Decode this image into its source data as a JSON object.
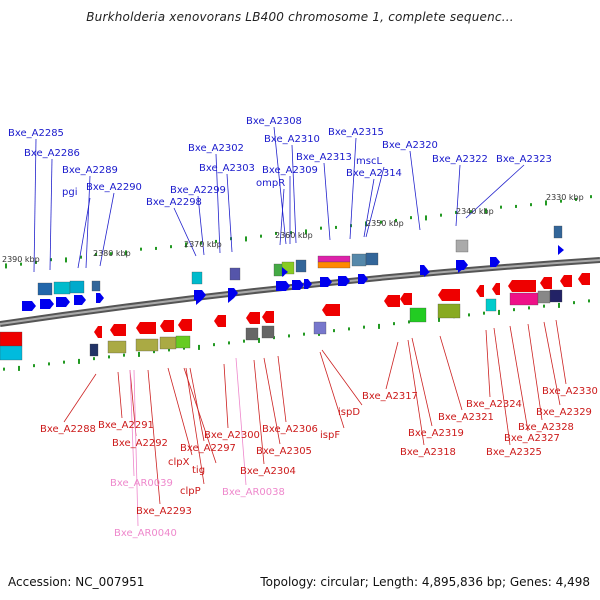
{
  "title": "Burkholderia xenovorans LB400 chromosome 1, complete sequenc...",
  "footer": {
    "accession": "Accession: NC_007951",
    "summary": "Topology: circular; Length: 4,895,836 bp; Genes: 4,498"
  },
  "scale_ticks": [
    "2390 kbp",
    "2380 kbp",
    "2370 kbp",
    "2360 kbp",
    "2350 kbp",
    "2340 kbp",
    "2330 kbp"
  ],
  "colors": {
    "forward_gene": "#0000ee",
    "reverse_gene": "#ee0000",
    "forward_label": "#1a1acc",
    "reverse_label": "#cc1a1a",
    "rna_label": "#ee88cc",
    "backbone": "#777777",
    "cds_tick": "#229922"
  },
  "forward_labels": [
    "Bxe_A2285",
    "Bxe_A2286",
    "Bxe_A2289",
    "pgi",
    "Bxe_A2290",
    "Bxe_A2298",
    "Bxe_A2299",
    "Bxe_A2302",
    "Bxe_A2303",
    "Bxe_A2308",
    "Bxe_A2310",
    "Bxe_A2309",
    "ompR",
    "Bxe_A2313",
    "Bxe_A2315",
    "mscL",
    "Bxe_A2314",
    "Bxe_A2320",
    "Bxe_A2322",
    "Bxe_A2323"
  ],
  "reverse_labels": [
    "Bxe_A2288",
    "Bxe_A2291",
    "Bxe_A2292",
    "clpX",
    "tig",
    "Bxe_A2297",
    "clpP",
    "Bxe_A2293",
    "Bxe_A2300",
    "Bxe_A2304",
    "Bxe_A2305",
    "Bxe_A2306",
    "ispF",
    "ispD",
    "Bxe_A2317",
    "Bxe_A2319",
    "Bxe_A2318",
    "Bxe_A2321",
    "Bxe_A2324",
    "Bxe_A2325",
    "Bxe_A2327",
    "Bxe_A2328",
    "Bxe_A2329",
    "Bxe_A2330"
  ],
  "rna_labels": [
    "Bxe_AR0039",
    "Bxe_AR0040",
    "Bxe_AR0038"
  ]
}
